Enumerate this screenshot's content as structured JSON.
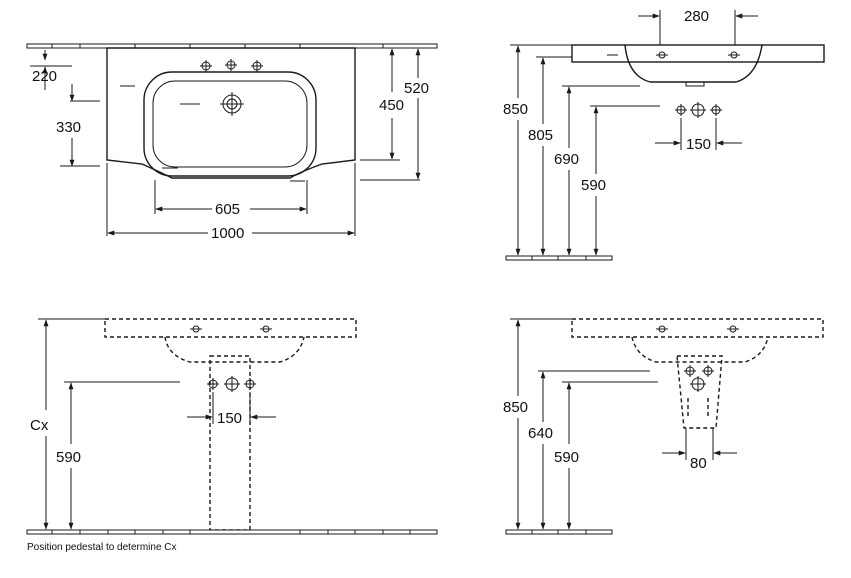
{
  "top_view": {
    "width_total": "1000",
    "bowl_width": "605",
    "depth_total": "520",
    "depth_bowl": "450",
    "tap_offset": "220",
    "waste_offset": "330"
  },
  "side_view": {
    "tap_spacing": "280",
    "height_rim": "850",
    "height_underside": "805",
    "height_bowl_bottom": "690",
    "height_supply": "590",
    "supply_spacing": "150"
  },
  "pedestal_view": {
    "height_variable": "Cx",
    "height_supply": "590",
    "supply_spacing": "150",
    "note": "Position pedestal to determine Cx"
  },
  "semi_pedestal_view": {
    "height_rim": "850",
    "height_trap": "640",
    "height_supply": "590",
    "supply_spacing": "80"
  }
}
